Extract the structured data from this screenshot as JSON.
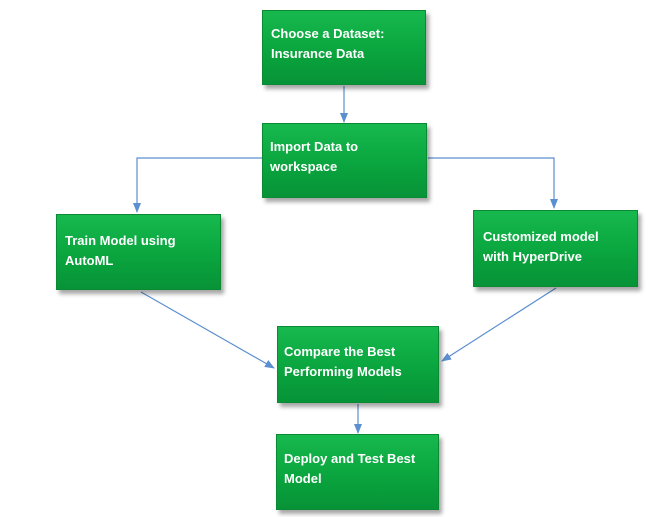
{
  "colors": {
    "node_fill": "#0aa53e",
    "node_text": "#ffffff",
    "connector": "#5b8fd0"
  },
  "nodes": {
    "dataset": "Choose a Dataset:\nInsurance  Data",
    "import": "Import Data to\nworkspace",
    "automl": "Train Model using\nAutoML",
    "hyperdrive": "Customized model\nwith HyperDrive",
    "compare": "Compare the Best\nPerforming Models",
    "deploy": "Deploy and Test Best\nModel"
  }
}
